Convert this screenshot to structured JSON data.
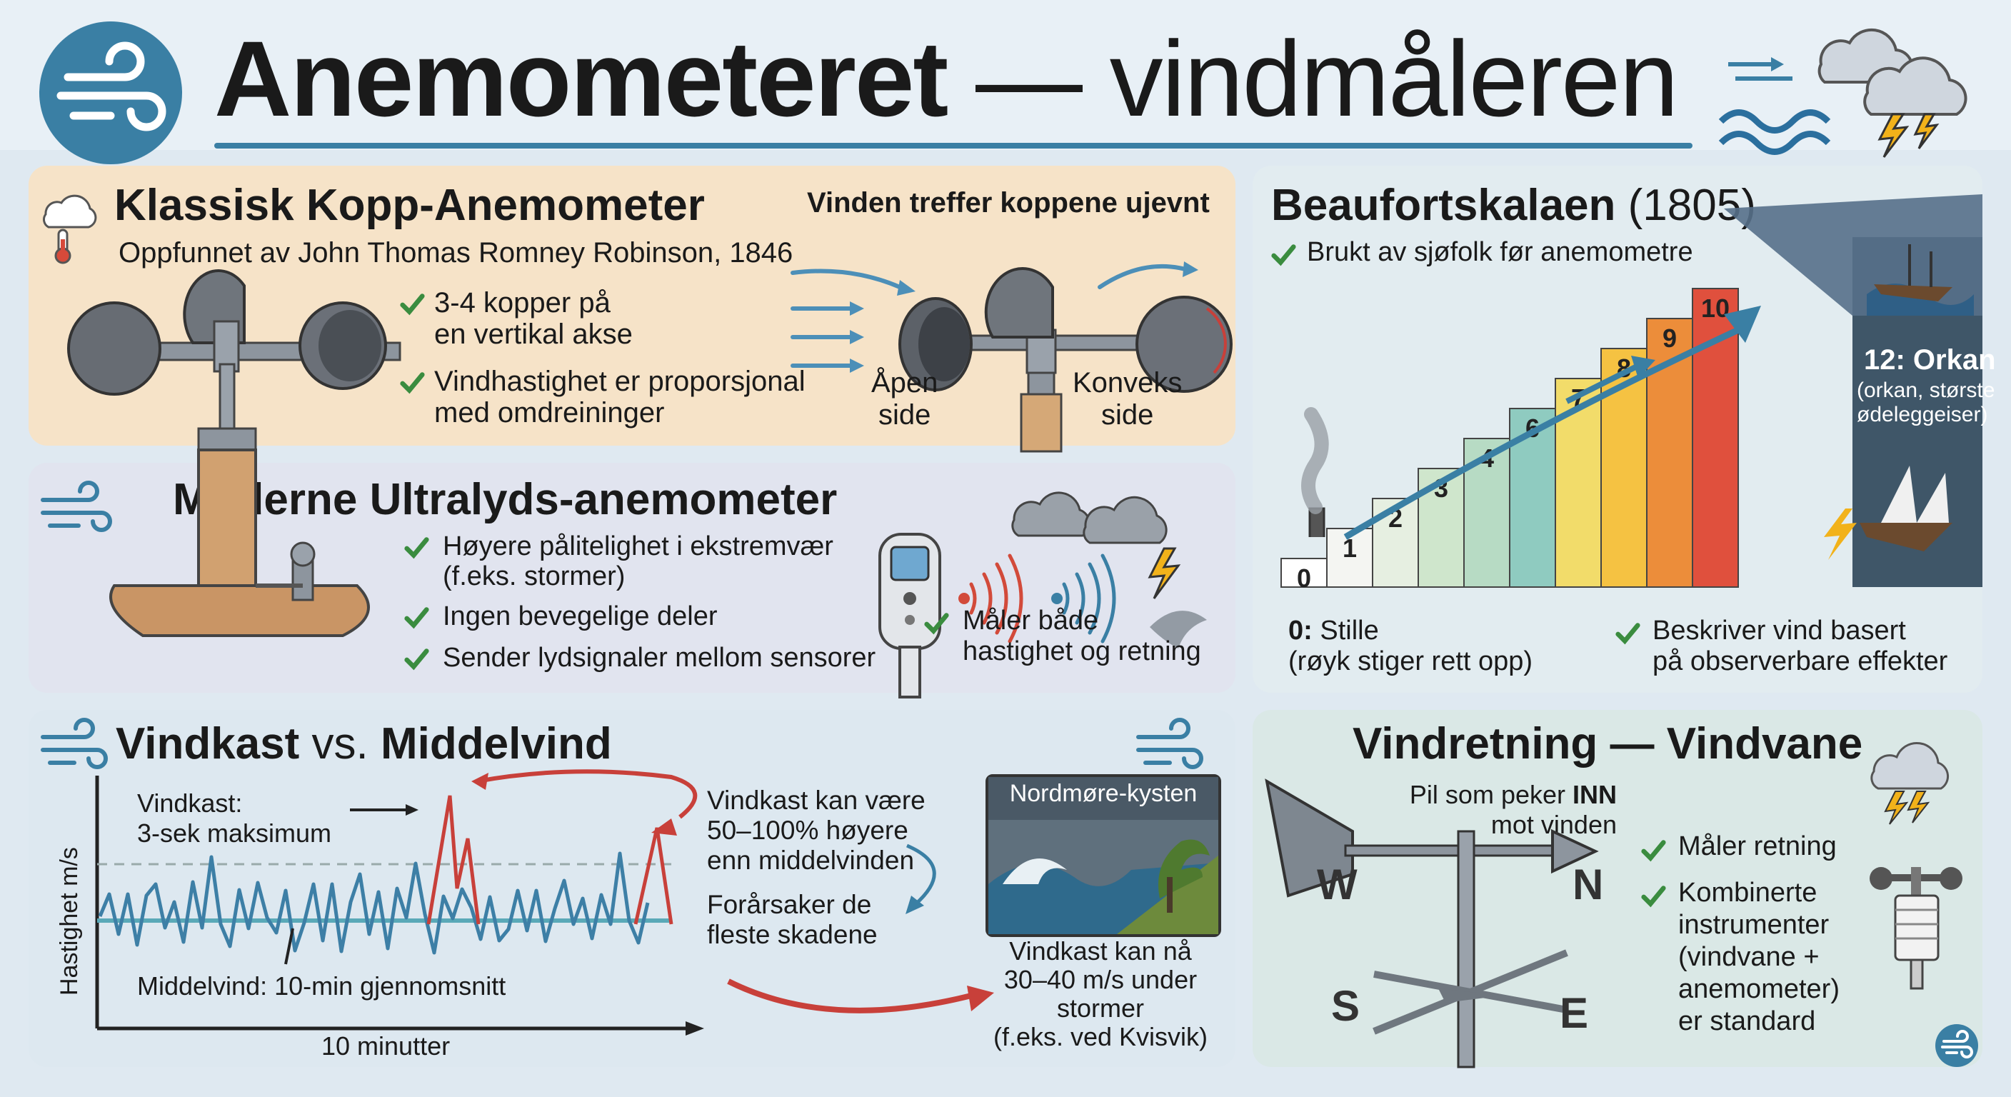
{
  "header": {
    "title_bold": "Anemometeret",
    "title_sep": "—",
    "title_light": "vindmåleren",
    "logo_icon": "wind-icon",
    "accent_color": "#3a7fa4"
  },
  "kopp": {
    "title": "Klassisk Kopp-Anemometer",
    "subtitle": "Oppfunnet av John Thomas Romney Robinson, 1846",
    "bullets": [
      "3-4 kopper på",
      "en vertikal akse",
      "Vindhastighet er proporsjonal",
      "med omdreininger"
    ],
    "diagram_title": "Vinden treffer koppene ujevnt",
    "label_open": [
      "Åpen",
      "side"
    ],
    "label_convex": [
      "Konveks",
      "side"
    ]
  },
  "ultra": {
    "title": "Moderne Ultralyds-anemometer",
    "bullets": [
      "Høyere pålitelighet i ekstremvær",
      "(f.eks. stormer)",
      "Ingen bevegelige deler",
      "Sender lydsignaler mellom sensorer"
    ],
    "measure": [
      "Måler både",
      "hastighet og retning"
    ]
  },
  "vindkast": {
    "title_a": "Vindkast",
    "title_vs": "vs.",
    "title_b": "Middelvind",
    "gust_label": [
      "Vindkast:",
      "3-sek maksimum"
    ],
    "mean_label": "Middelvind: 10-min gjennomsnitt",
    "ylabel": "Hastighet m/s",
    "xlabel": "10 minutter",
    "note1": [
      "Vindkast kan være",
      "50–100% høyere",
      "enn middelvinden"
    ],
    "note2": [
      "Forårsaker de",
      "fleste skadene"
    ],
    "photo_label": "Nordmøre-kysten",
    "photo_caption": [
      "Vindkast kan nå",
      "30–40 m/s under",
      "stormer",
      "(f.eks. ved Kvisvik)"
    ],
    "series_color": "#3d7fa6",
    "gust_color": "#c8403a"
  },
  "beaufort": {
    "title": "Beaufortskalaen",
    "year": "(1805)",
    "subtitle": "Brukt av sjøfolk før anemometre",
    "levels": [
      "0",
      "1",
      "2",
      "3",
      "4",
      "6",
      "7",
      "8",
      "9",
      "10"
    ],
    "orkan_title": "12: Orkan",
    "orkan_desc": [
      "(orkan, største",
      "ødeleggeiser)"
    ],
    "calm_title": "0:",
    "calm_word": "Stille",
    "calm_desc": "(røyk stiger rett opp)",
    "effect": [
      "Beskriver vind basert",
      "på observerbare effekter"
    ]
  },
  "vane": {
    "title": "Vindretning — Vindvane",
    "pointer_a": "Pil som peker ",
    "pointer_b": "INN",
    "pointer_c": "mot vinden",
    "bullets": [
      "Måler retning",
      "Kombinerte",
      "instrumenter",
      "(vindvane +",
      "anemometer)",
      "er standard"
    ],
    "dirs": [
      "W",
      "N",
      "S",
      "E"
    ]
  }
}
